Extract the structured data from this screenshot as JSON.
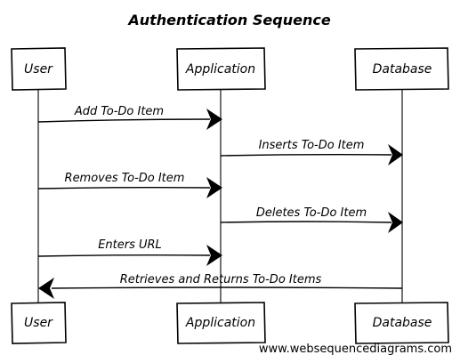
{
  "title": "Authentication Sequence",
  "participants": [
    {
      "id": "user",
      "name": "User"
    },
    {
      "id": "app",
      "name": "Application"
    },
    {
      "id": "db",
      "name": "Database"
    }
  ],
  "messages": [
    {
      "from": "user",
      "to": "app",
      "label": "Add To-Do Item"
    },
    {
      "from": "app",
      "to": "db",
      "label": "Inserts To-Do Item"
    },
    {
      "from": "user",
      "to": "app",
      "label": "Removes To-Do Item"
    },
    {
      "from": "app",
      "to": "db",
      "label": "Deletes To-Do Item"
    },
    {
      "from": "user",
      "to": "app",
      "label": "Enters URL"
    },
    {
      "from": "db",
      "to": "user",
      "label": "Retrieves and Returns To-Do Items"
    }
  ],
  "watermark": "www.websequencediagrams.com"
}
